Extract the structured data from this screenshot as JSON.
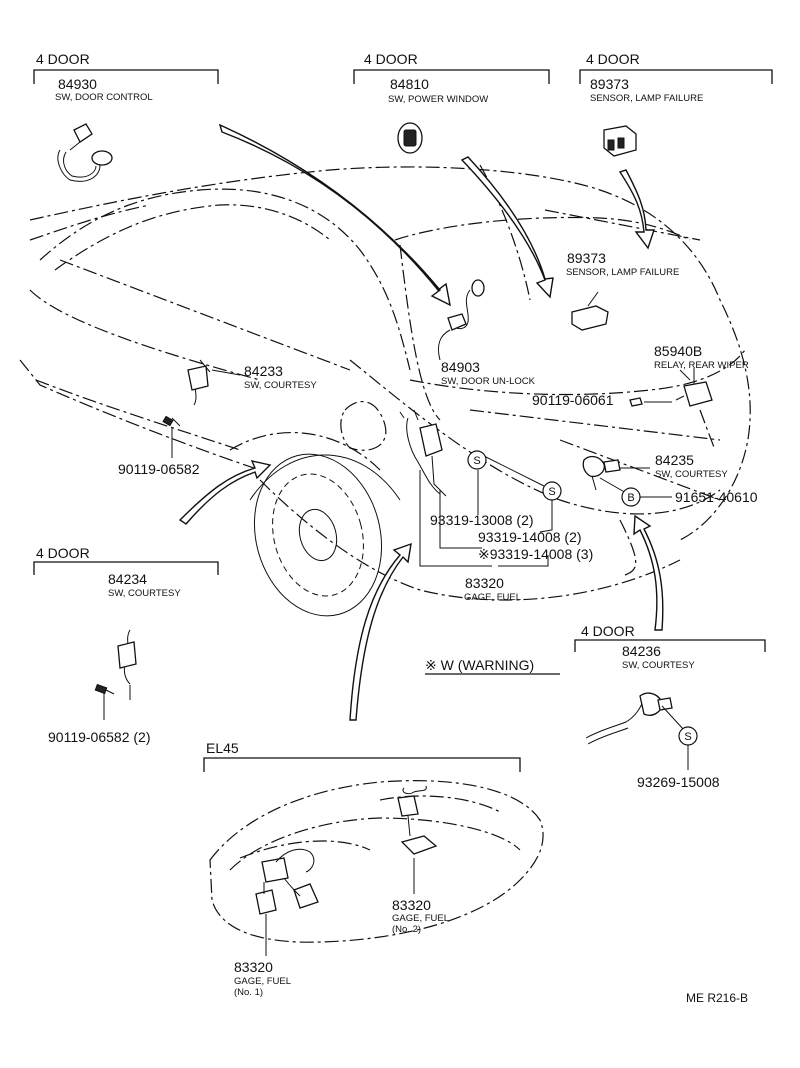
{
  "groups": {
    "door_control": {
      "header": "4 DOOR",
      "part_no": "84930",
      "desc": "SW, DOOR CONTROL"
    },
    "power_window": {
      "header": "4 DOOR",
      "part_no": "84810",
      "desc": "SW, POWER WINDOW"
    },
    "lamp_failure_top": {
      "header": "4 DOOR",
      "part_no": "89373",
      "desc": "SENSOR, LAMP FAILURE"
    },
    "courtesy_84234": {
      "header": "4 DOOR",
      "part_no": "84234",
      "desc": "SW, COURTESY",
      "screw": "90119-06582 (2)"
    },
    "courtesy_84236": {
      "header": "4 DOOR",
      "part_no": "84236",
      "desc": "SW, COURTESY",
      "screw": "93269-15008"
    },
    "el45": {
      "header": "EL45",
      "gage2_no": "83320",
      "gage2_desc": "GAGE, FUEL",
      "gage2_sub": "(No. 2)",
      "gage1_no": "83320",
      "gage1_desc": "GAGE, FUEL",
      "gage1_sub": "(No. 1)"
    }
  },
  "callouts": {
    "lamp_failure": {
      "part_no": "89373",
      "desc": "SENSOR, LAMP FAILURE"
    },
    "unlock": {
      "part_no": "84903",
      "desc": "SW, DOOR UN-LOCK"
    },
    "relay": {
      "part_no": "85940B",
      "desc": "RELAY, REAR WIPER"
    },
    "relay_screw": "90119-06061",
    "courtesy_84233": {
      "part_no": "84233",
      "desc": "SW, COURTESY"
    },
    "screw_06582": "90119-06582",
    "courtesy_84235": {
      "part_no": "84235",
      "desc": "SW, COURTESY"
    },
    "bolt_40610": "91651-40610",
    "screw_13008": "93319-13008 (2)",
    "screw_14008": "93319-14008 (2)",
    "screw_14008w": "※93319-14008 (3)",
    "fuel_gage": {
      "part_no": "83320",
      "desc": "GAGE, FUEL"
    }
  },
  "symbols": {
    "s": "S",
    "b": "B"
  },
  "legend": "※ W (WARNING)",
  "footer": "ME R216-B"
}
